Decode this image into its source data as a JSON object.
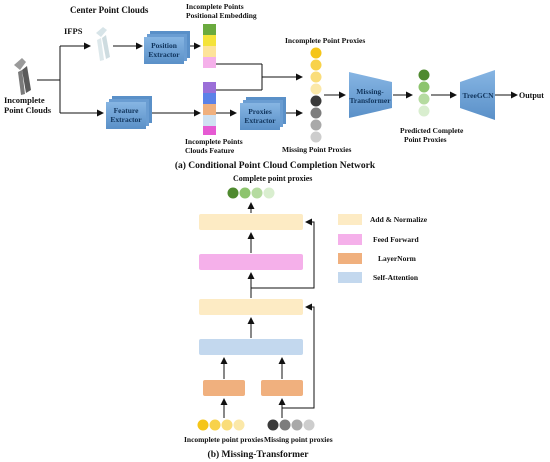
{
  "top": {
    "center_point_clouds": "Center Point Clouds",
    "ifps": "IFPS",
    "incomplete_point_clouds_l1": "Incomplete",
    "incomplete_point_clouds_l2": "Point Clouds",
    "positional_embedding_l1": "Incomplete Points",
    "positional_embedding_l2": "Positional Embedding",
    "position_extractor_l1": "Position",
    "position_extractor_l2": "Extractor",
    "feature_extractor_l1": "Feature",
    "feature_extractor_l2": "Extractor",
    "clouds_feature_l1": "Incomplete Points",
    "clouds_feature_l2": "Clouds Feature",
    "proxies_extractor_l1": "Proxies",
    "proxies_extractor_l2": "Extractor",
    "incomplete_point_proxies": "Incomplete Point Proxies",
    "missing_point_proxies": "Missing Point Proxies",
    "missing_transformer_l1": "Missing-",
    "missing_transformer_l2": "Transformer",
    "predicted_l1": "Predicted Complete",
    "predicted_l2": "Point Proxies",
    "treegcn": "TreeGCN",
    "output": "Output",
    "caption": "(a) Conditional Point Cloud Completion Network"
  },
  "bottom": {
    "complete_point_proxies": "Complete point proxies",
    "legend": [
      {
        "label": "Add & Normalize",
        "color": "#fdebc4"
      },
      {
        "label": "Feed Forward",
        "color": "#f5b0ea"
      },
      {
        "label": "LayerNorm",
        "color": "#f0b07e"
      },
      {
        "label": "Self-Attention",
        "color": "#c3d8ee"
      }
    ],
    "incomplete_point_proxies": "Incomplete point proxies",
    "missing_point_proxies": "Missing point proxies",
    "caption": "(b) Missing-Transformer"
  },
  "colors": {
    "box_blue": "#6fa3d9",
    "add_norm": "#fdebc4",
    "feed_forward": "#f5b0ea",
    "layer_norm": "#f0b07e",
    "self_attention": "#c3d8ee"
  }
}
